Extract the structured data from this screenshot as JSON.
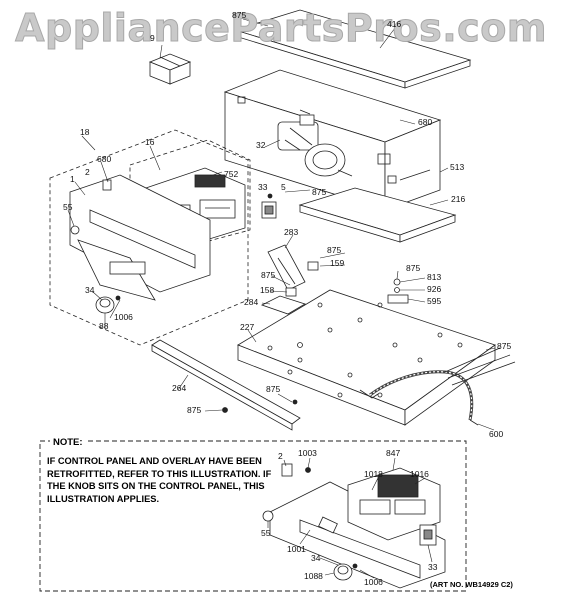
{
  "watermark": "AppliancePartsPros.com",
  "callouts": {
    "c9": "9",
    "c875_top": "875",
    "c416": "416",
    "c680_right": "680",
    "c513": "513",
    "c32": "32",
    "c33": "33",
    "c5": "5",
    "c875_mid": "875",
    "c216": "216",
    "c18": "18",
    "c16": "16",
    "c680_left": "680",
    "c2": "2",
    "c752": "752",
    "c1": "1",
    "c55": "55",
    "c34": "34",
    "c1006": "1006",
    "c88": "88",
    "c283": "283",
    "c875_b": "875",
    "c159": "159",
    "c875_c": "875",
    "c158": "158",
    "c284": "284",
    "c875_d": "875",
    "c813": "813",
    "c926": "926",
    "c595": "595",
    "c227": "227",
    "c875_e": "875",
    "c264": "264",
    "c875_f": "875",
    "c875_g": "875",
    "c600": "600",
    "n2": "2",
    "n1003": "1003",
    "n847": "847",
    "n1018": "1018",
    "n1016": "1016",
    "n55": "55",
    "n1001": "1001",
    "n34": "34",
    "n1088": "1088",
    "n1006": "1006",
    "n33": "33"
  },
  "note": {
    "heading": "NOTE:",
    "text": "IF CONTROL PANEL AND OVERLAY HAVE BEEN RETROFITTED, REFER TO THIS ILLUSTRATION. IF THE KNOB SITS ON THE CONTROL PANEL, THIS ILLUSTRATION APPLIES.",
    "art_number": "(ART NO. WB14929 C2)"
  }
}
